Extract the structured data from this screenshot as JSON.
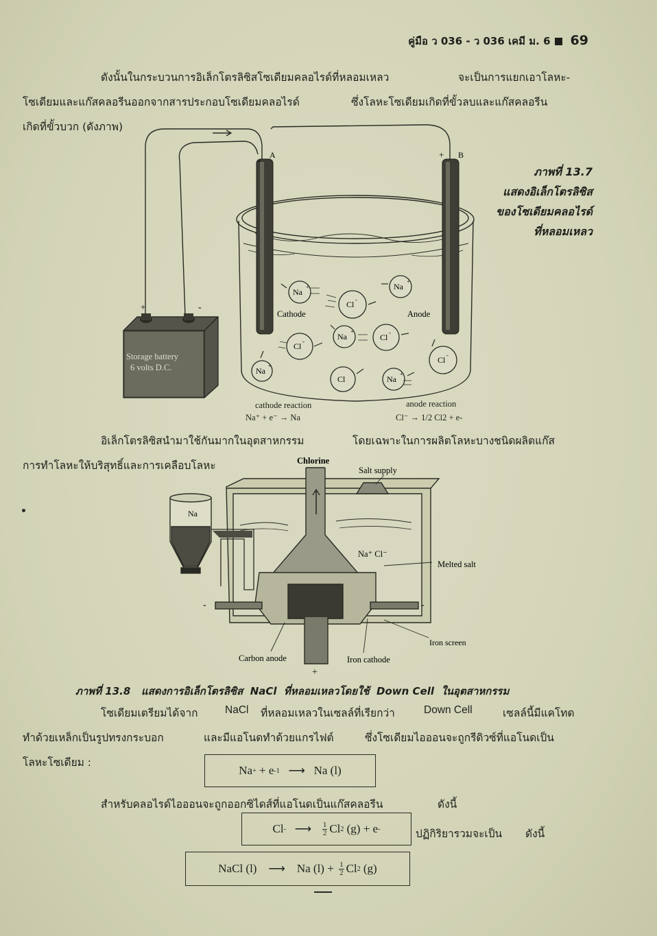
{
  "header": {
    "text": "คู่มือ ว 036 - ว 036 เคมี ม. 6",
    "page_number": "69"
  },
  "intro": {
    "line1a": "ดังนั้นในกระบวนการอิเล็กโตรลิซิสโซเดียมคลอไรด์ที่หลอมเหลว",
    "line1b": "จะเป็นการแยกเอาโลหะ-",
    "line2a": "โซเดียมและแก๊สคลอรีนออกจากสารประกอบโซเดียมคลอไรด์",
    "line2b": "ซึ่งโลหะโซเดียมเกิดที่ขั้วลบและแก๊สคลอรีน",
    "line3": "เกิดที่ขั้วบวก (ดังภาพ)"
  },
  "figure_13_7": {
    "caption_line1": "ภาพที่ 13.7",
    "caption_line2": "แสดงอิเล็กโตรลิซิส",
    "caption_line3": "ของโซเดียมคลอไรด์",
    "caption_line4": "ที่หลอมเหลว",
    "electrode_a": "A",
    "electrode_b": "B",
    "minus_a": "-",
    "plus_b": "+",
    "battery_plus": "+",
    "battery_minus": "-",
    "battery_line1": "Storage battery",
    "battery_line2": "6 volts D.C.",
    "cathode": "Cathode",
    "anode": "Anode",
    "na_ion": "Na",
    "cl_ion": "Cl",
    "cl_ion_neutral": "Cl",
    "cathode_reaction_label": "cathode reaction",
    "cathode_reaction": "Na⁺ + e⁻ → Na",
    "anode_reaction_label": "anode reaction",
    "anode_reaction": "Cl⁻ → 1/2 Cl2 + e-"
  },
  "para2": {
    "line1a": "อิเล็กโตรลิซิสนำมาใช้กันมากในอุตสาหกรรม",
    "line1b": "โดยเฉพาะในการผลิตโลหะบางชนิดผลิตแก๊ส",
    "line2": "การทำโลหะให้บริสุทธิ์และการเคลือบโลหะ"
  },
  "figure_13_8": {
    "chlorine": "Chlorine",
    "salt_supply": "Salt supply",
    "na": "Na",
    "ions": "Na⁺ Cl⁻",
    "melted_salt": "Melted salt",
    "iron_screen": "Iron screen",
    "carbon_anode": "Carbon anode",
    "iron_cathode": "Iron cathode",
    "minus_left": "-",
    "minus_right": "-",
    "plus_bottom": "+",
    "caption_a": "ภาพที่ 13.8",
    "caption_b": "แสดงการอิเล็กโตรลิซิส",
    "caption_c": "NaCl",
    "caption_d": "ที่หลอมเหลวโดยใช้",
    "caption_e": "Down Cell",
    "caption_f": "ในอุตสาหกรรม"
  },
  "para3": {
    "line1a": "โซเดียมเตรียมได้จาก",
    "line1b": "NaCl",
    "line1c": "ที่หลอมเหลวในเซลล์ที่เรียกว่า",
    "line1d": "Down Cell",
    "line1e": "เซลล์นี้มีแคโทด",
    "line2a": "ทำด้วยเหล็กเป็นรูปทรงกระบอก",
    "line2b": "และมีแอโนดทำด้วยแกรไฟต์",
    "line2c": "ซึ่งโซเดียมไอออนจะถูกรีดิวซ์ที่แอโนดเป็น",
    "line3": "โลหะโซเดียม :"
  },
  "eq1": {
    "lhs": "Na",
    "lhs_sup": "+",
    "plus": "+ e",
    "e_sup": "-1",
    "arrow": "⟶",
    "rhs": "Na (l)"
  },
  "para4": {
    "text_a": "สำหรับคลอไรด์ไอออนจะถูกออกซิไดส์ที่แอโนดเป็นแก๊สคลอรีน",
    "text_b": "ดังนี้"
  },
  "eq2": {
    "lhs": "Cl",
    "lhs_sup": "-",
    "arrow": "⟶",
    "num": "1",
    "den": "2",
    "rhs": "Cl",
    "rhs_sub": "2",
    "rhs_tail": "(g) + e",
    "tail_sup": "-"
  },
  "after_eq2": {
    "text_a": "ปฏิกิริยารวมจะเป็น",
    "text_b": "ดังนี้"
  },
  "eq3": {
    "lhs": "NaCl (l)",
    "arrow": "⟶",
    "mid": "Na (l) +",
    "num": "1",
    "den": "2",
    "rhs": "Cl",
    "rhs_sub": "2",
    "rhs_tail": "(g)"
  }
}
